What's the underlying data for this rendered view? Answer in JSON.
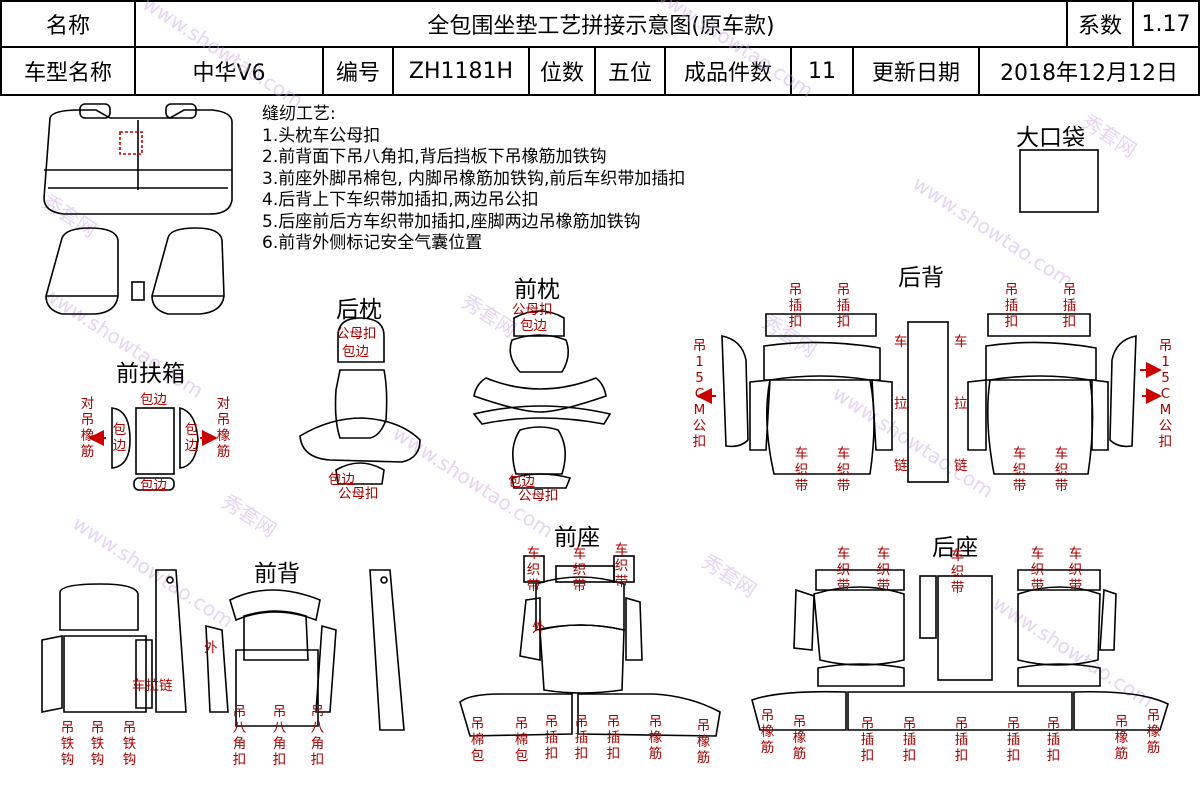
{
  "header": {
    "name_label": "名称",
    "title": "全包围坐垫工艺拼接示意图(原车款)",
    "coef_label": "系数",
    "coef_value": "1.17",
    "model_label": "车型名称",
    "model_value": "中华V6",
    "code_label": "编号",
    "code_value": "ZH1181H",
    "seats_label": "位数",
    "seats_value": "五位",
    "pieces_label": "成品件数",
    "pieces_value": "11",
    "date_label": "更新日期",
    "date_value": "2018年12月12日"
  },
  "notes": {
    "title": "缝纫工艺:",
    "items": [
      "1.头枕车公母扣",
      "2.前背面下吊八角扣,背后挡板下吊橡筋加铁钩",
      "3.前座外脚吊棉包, 内脚吊橡筋加铁钩,前后车织带加插扣",
      "4.后背上下车织带加插扣,两边吊公扣",
      "5.后座前后方车织带加插扣,座脚两边吊橡筋加铁钩",
      "6.前背外侧标记安全气囊位置"
    ]
  },
  "sections": {
    "big_pocket": "大口袋",
    "rear_headrest": "后枕",
    "front_headrest": "前枕",
    "front_armrest": "前扶箱",
    "rear_back": "后背",
    "front_back": "前背",
    "front_seat": "前座",
    "rear_seat": "后座"
  },
  "labels": {
    "male_female_snap": "公母扣",
    "edge_bind": "包边",
    "pair_elastic": "对吊橡筋",
    "hang_snap": "吊插扣",
    "car_webbing": "车织带",
    "car": "车",
    "pull": "拉",
    "chain": "链",
    "zipper": "车拉链",
    "hang_15cm": "吊15CM公扣",
    "outside": "外",
    "hang_iron_hook": "吊铁钩",
    "hang_octagon": "吊八角扣",
    "hang_cotton": "吊棉包",
    "hang_elastic": "吊橡筋"
  },
  "watermark": {
    "brand": "秀套网",
    "site": "www.showtao.com"
  }
}
